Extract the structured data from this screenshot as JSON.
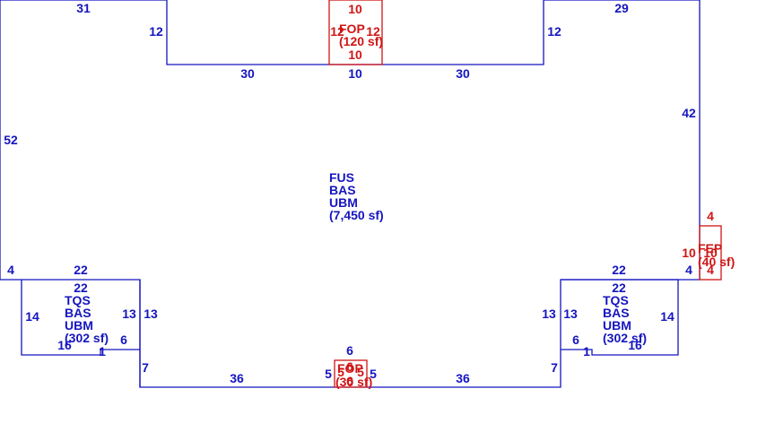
{
  "colors": {
    "main": "#1515c0",
    "porch": "#d01515",
    "background": "#ffffff"
  },
  "main_dims": [
    "31",
    "12",
    "12",
    "29",
    "30",
    "10",
    "30",
    "42",
    "52",
    "4",
    "22",
    "22",
    "4",
    "7",
    "36",
    "36",
    "7",
    "6",
    "5",
    "5"
  ],
  "areas": {
    "main": [
      "FUS",
      "BAS",
      "UBM",
      "(7,450 sf)"
    ],
    "wing_left": [
      "TQS",
      "BAS",
      "UBM",
      "(302 sf)"
    ],
    "wing_right": [
      "TQS",
      "BAS",
      "UBM",
      "(302 sf)"
    ],
    "porch_top": [
      "FOP",
      "(120 sf)"
    ],
    "porch_right": [
      "FEP",
      "(40 sf)"
    ],
    "porch_bottom": [
      "FOP",
      "(30 sf)"
    ]
  },
  "wing_left_dims": [
    "22",
    "14",
    "13",
    "13",
    "16",
    "6",
    "1"
  ],
  "wing_right_dims": [
    "22",
    "13",
    "13",
    "14",
    "6",
    "1",
    "16"
  ],
  "porch_top_dims": [
    "10",
    "12",
    "12",
    "10"
  ],
  "porch_right_dims": [
    "4",
    "10",
    "10",
    "4"
  ],
  "porch_bottom_dims": [
    "5",
    "5",
    "6",
    "6"
  ]
}
